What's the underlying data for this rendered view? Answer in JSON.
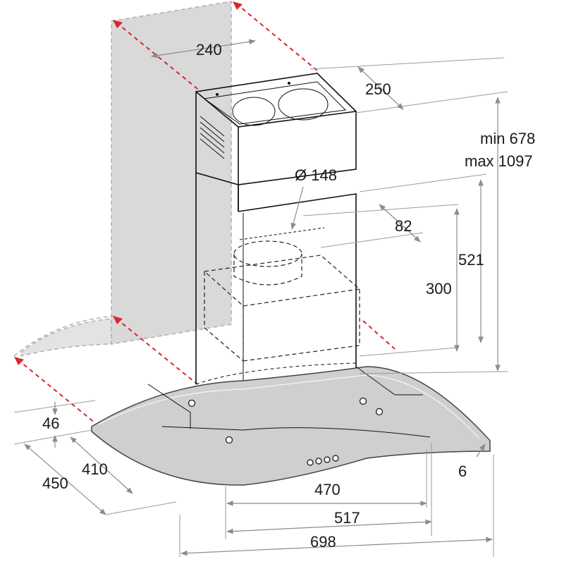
{
  "dimensions": {
    "chimney_width": "240",
    "chimney_depth": "250",
    "height_min": "min 678",
    "height_max": "max 1097",
    "duct_diameter": "Ø 148",
    "outlet_offset": "82",
    "canopy_chimney_height": "521",
    "mount_height": "300",
    "glass_rise": "46",
    "inner_depth": "410",
    "total_depth": "450",
    "glass_thickness": "6",
    "body_width": "470",
    "glass_inner_width": "517",
    "total_width": "698"
  },
  "colors": {
    "wall": "#d9d9d9",
    "red_guide": "#d7282f",
    "dimension_line": "#8c8c8c",
    "glass_fill": "#cfcfcf"
  }
}
